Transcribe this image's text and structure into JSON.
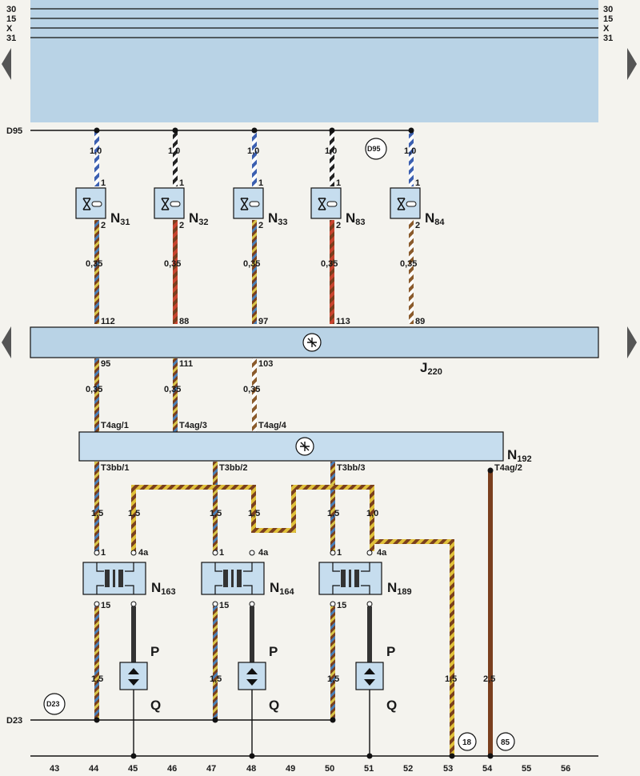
{
  "header_lines": [
    "30",
    "15",
    "X",
    "31"
  ],
  "bus_top": "D95",
  "bus_bottom": "D23",
  "badges": {
    "d95": "D95",
    "d23": "D23",
    "ref18": "18",
    "ref85": "85"
  },
  "controller": "J220",
  "module": "N192",
  "injectors": [
    {
      "name": "N31",
      "sub": "31",
      "wire_top": "1,0",
      "wire_bottom": "0,35",
      "pin_in": "1",
      "pin_out": "2",
      "conn": "112"
    },
    {
      "name": "N32",
      "sub": "32",
      "wire_top": "1,0",
      "wire_bottom": "0,35",
      "pin_in": "1",
      "pin_out": "2",
      "conn": "88"
    },
    {
      "name": "N33",
      "sub": "33",
      "wire_top": "1,0",
      "wire_bottom": "0,35",
      "pin_in": "1",
      "pin_out": "2",
      "conn": "97"
    },
    {
      "name": "N83",
      "sub": "83",
      "wire_top": "1,0",
      "wire_bottom": "0,35",
      "pin_in": "1",
      "pin_out": "2",
      "conn": "113"
    },
    {
      "name": "N84",
      "sub": "84",
      "wire_top": "1,0",
      "wire_bottom": "0,35",
      "pin_in": "1",
      "pin_out": "2",
      "conn": "89"
    }
  ],
  "j220_outputs": [
    {
      "pin": "95",
      "gauge": "0,35",
      "to": "T4ag/1"
    },
    {
      "pin": "111",
      "gauge": "0,35",
      "to": "T4ag/3"
    },
    {
      "pin": "103",
      "gauge": "0,35",
      "to": "T4ag/4"
    }
  ],
  "n192_outputs": [
    "T3bb/1",
    "T3bb/2",
    "T3bb/3",
    "T4ag/2"
  ],
  "coils": [
    {
      "name": "N163",
      "sub": "163",
      "g1": "1,5",
      "g4a": "1,5",
      "g15": "1,5",
      "pin1": "1",
      "pin4a": "4a",
      "pin15": "15"
    },
    {
      "name": "N164",
      "sub": "164",
      "g1": "1,5",
      "g4a": "1,5",
      "g15": "1,5",
      "pin1": "1",
      "pin4a": "4a",
      "pin15": "15"
    },
    {
      "name": "N189",
      "sub": "189",
      "g1": "1,5",
      "g4a": "1,0",
      "g15": "1,5",
      "pin1": "1",
      "pin4a": "4a",
      "pin15": "15"
    }
  ],
  "spark_labels": {
    "p": "P",
    "q": "Q"
  },
  "extra_wires": {
    "w53": "1,5",
    "w54": "2,5"
  },
  "columns": [
    "43",
    "44",
    "45",
    "46",
    "47",
    "48",
    "49",
    "50",
    "51",
    "52",
    "53",
    "54",
    "55",
    "56"
  ]
}
